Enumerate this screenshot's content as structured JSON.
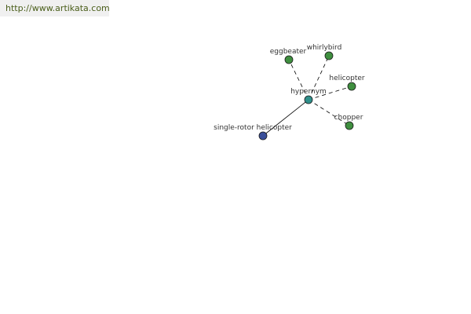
{
  "source": {
    "url": "http://www.artikata.com"
  },
  "graph": {
    "center": {
      "label": "hypernym",
      "color": "#2f8f8a"
    },
    "nodes": [
      {
        "id": "eggbeater",
        "label": "eggbeater",
        "relation": "synonym",
        "color": "#3f8f3f"
      },
      {
        "id": "whirlybird",
        "label": "whirlybird",
        "relation": "synonym",
        "color": "#3f8f3f"
      },
      {
        "id": "helicopter",
        "label": "helicopter",
        "relation": "synonym",
        "color": "#3f8f3f"
      },
      {
        "id": "chopper",
        "label": "chopper",
        "relation": "synonym",
        "color": "#3f8f3f"
      },
      {
        "id": "single-rotor-helicopter",
        "label": "single-rotor helicopter",
        "relation": "hypernym",
        "color": "#3a4f9a"
      }
    ],
    "edges": [
      {
        "from": "hypernym",
        "to": "eggbeater",
        "style": "dashed"
      },
      {
        "from": "hypernym",
        "to": "whirlybird",
        "style": "dashed"
      },
      {
        "from": "hypernym",
        "to": "helicopter",
        "style": "dashed"
      },
      {
        "from": "hypernym",
        "to": "chopper",
        "style": "dashed"
      },
      {
        "from": "hypernym",
        "to": "single-rotor-helicopter",
        "style": "solid"
      }
    ]
  }
}
